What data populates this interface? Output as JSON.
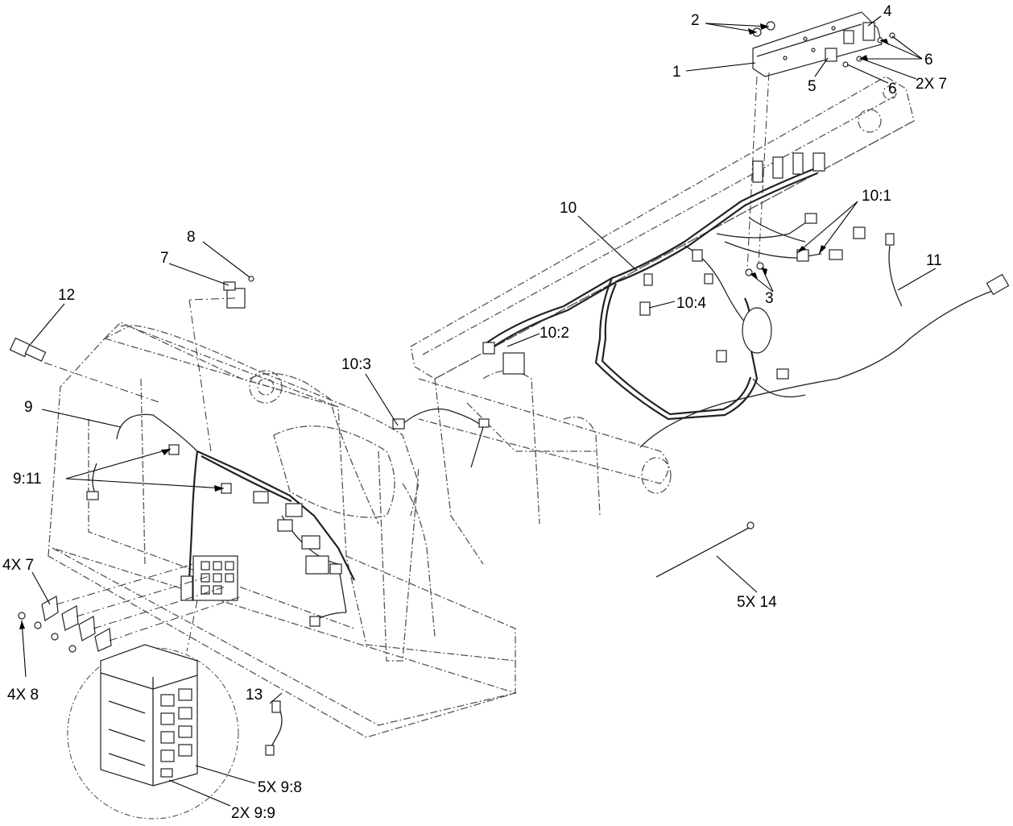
{
  "callouts": {
    "c1": "1",
    "c2": "2",
    "c3": "3",
    "c4": "4",
    "c5": "5",
    "c6a": "6",
    "c6b": "6",
    "c2x7": "2X 7",
    "c7": "7",
    "c8": "8",
    "c9": "9",
    "c911": "9:11",
    "c10": "10",
    "c101": "10:1",
    "c102": "10:2",
    "c103": "10:3",
    "c104": "10:4",
    "c11": "11",
    "c12": "12",
    "c13": "13",
    "c4x7": "4X 7",
    "c4x8": "4X 8",
    "c5x14": "5X 14",
    "c5x98": "5X 9:8",
    "c2x99": "2X 9:9"
  },
  "colors": {
    "line": "#222222",
    "text": "#000000",
    "background": "#ffffff"
  }
}
